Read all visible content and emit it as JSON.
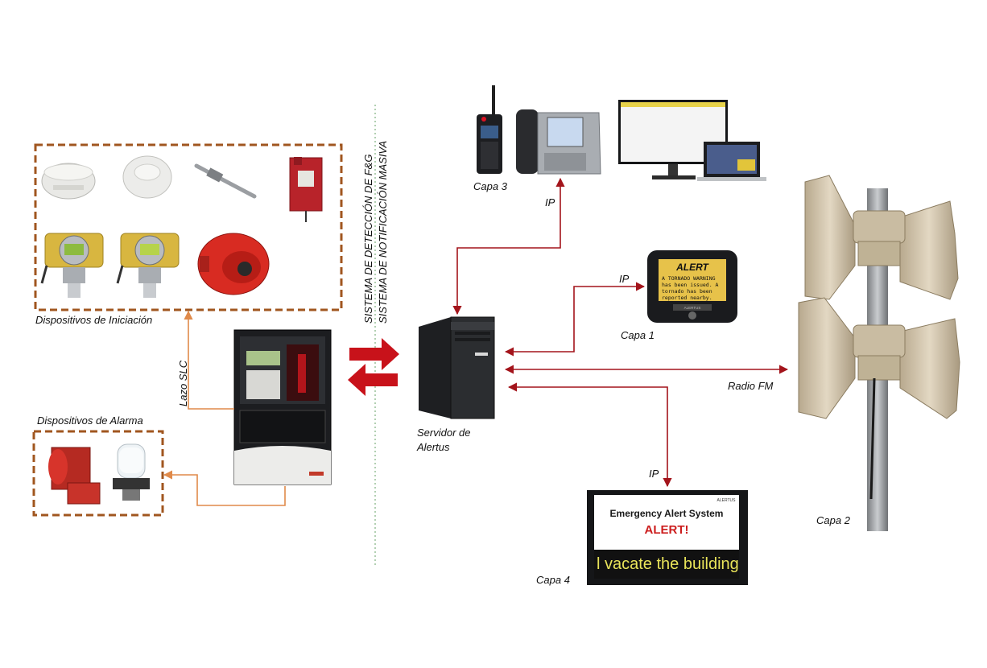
{
  "labels": {
    "initiation_devices": "Dispositivos de Iniciación",
    "alarm_devices": "Dispositivos de Alarma",
    "slc_loop": "Lazo SLC",
    "fg_system": "SISTEMA DE DETECCIÓN DE F&G",
    "mass_notification": "SISTEMA DE NOTIFICACIÓN MASIVA",
    "server_line1": "Servidor de",
    "server_line2": "Alertus",
    "layer1": "Capa 1",
    "layer2": "Capa 2",
    "layer3": "Capa 3",
    "layer4": "Capa 4",
    "ip_layer3": "IP",
    "ip_layer1": "IP",
    "ip_layer4": "IP",
    "radio_fm": "Radio FM"
  },
  "beacon": {
    "header": "ALERT",
    "line1": "A TORNADO WARNING",
    "line2": "has been issued. A",
    "line3": "tornado has been",
    "line4": "reported nearby.",
    "brand": "ALERTUS"
  },
  "signage": {
    "brand": "ALERTUS",
    "title": "Emergency Alert System",
    "alert": "ALERT!",
    "ticker": "l vacate the building"
  },
  "colors": {
    "connector_dark_red": "#a3141b",
    "connector_orange": "#e08a4a",
    "dashed_box": "#a0561f",
    "big_arrow_red": "#c8121a"
  }
}
